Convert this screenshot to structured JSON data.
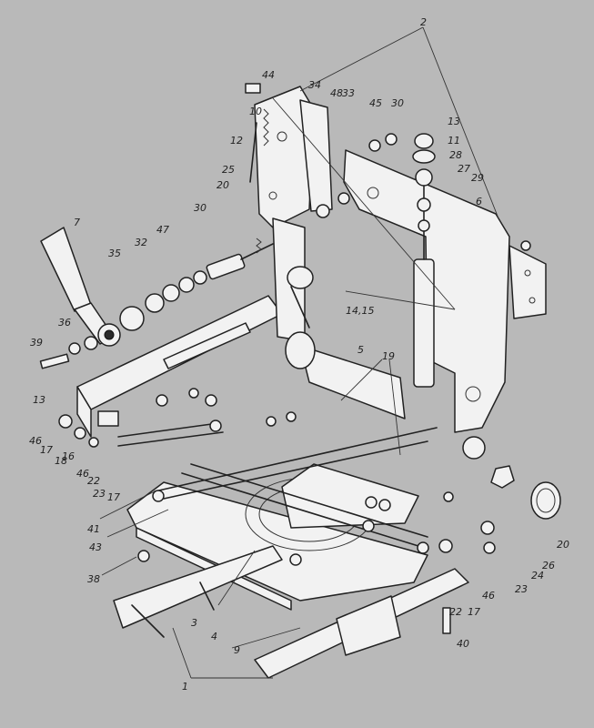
{
  "callouts": [
    "1",
    "2",
    "3",
    "4",
    "5",
    "6",
    "7",
    "9",
    "10",
    "11",
    "12",
    "13",
    "13",
    "14,15",
    "16",
    "17",
    "17",
    "17",
    "18",
    "19",
    "20",
    "20",
    "22",
    "22",
    "23",
    "23",
    "24",
    "25",
    "26",
    "27",
    "28",
    "29",
    "30",
    "30",
    "32",
    "33",
    "34",
    "35",
    "36",
    "38",
    "39",
    "40",
    "41",
    "43",
    "44",
    "45",
    "46",
    "46",
    "46",
    "47",
    "48"
  ]
}
